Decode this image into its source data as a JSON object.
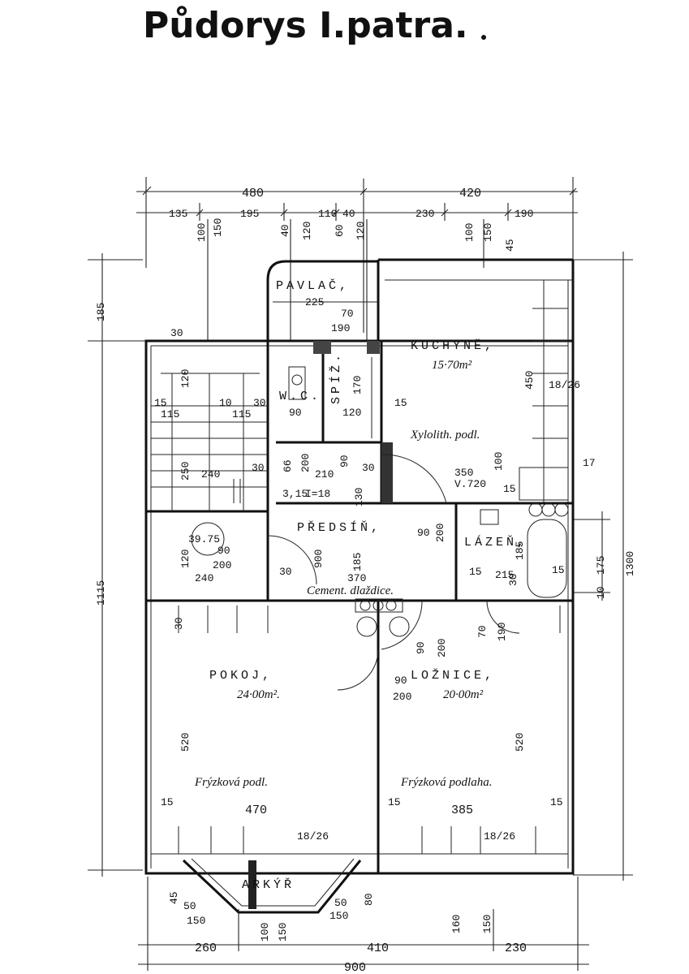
{
  "title": "Půdorys I.patra.",
  "rooms": {
    "pavlac": "PAVLAČ,",
    "kuchyne": "KUCHYNĚ,",
    "kuchyne_area": "15·70m²",
    "kuchyne_floor": "Xylolith. podl.",
    "wc": "W.C.",
    "spiz": "SPÍŽ.",
    "predsin": "PŘEDSÍŇ,",
    "predsin_floor": "Cement. dlaždice.",
    "lazen": "LÁZEŇ,",
    "pokoj": "POKOJ,",
    "pokoj_area": "24·00m².",
    "pokoj_floor": "Frýzková podl.",
    "loznice": "LOŽNICE,",
    "loznice_area": "20·00m²",
    "loznice_floor": "Frýzková podlaha.",
    "arkyr": "ARKÝŘ"
  },
  "top_dims": {
    "d480": "480",
    "d420": "420",
    "d135": "135",
    "d195": "195",
    "d110": "110",
    "d40": "40",
    "d230": "230",
    "d190": "190"
  },
  "bottom_dims": {
    "d260": "260",
    "d410": "410",
    "d230": "230",
    "d900": "900"
  },
  "side_dims": {
    "d185": "185",
    "d1115": "1115",
    "d1300": "1300",
    "d175": "175",
    "d10": "10"
  },
  "window_dims": {
    "w100a": "100",
    "w150a": "150",
    "w40": "40",
    "w120a": "120",
    "w60": "60",
    "w120b": "120",
    "w100b": "100",
    "w150b": "150",
    "w45": "45"
  },
  "interior_dims": {
    "i225": "225",
    "i70": "70",
    "i190": "190",
    "i30": "30",
    "i450": "450",
    "i120": "120",
    "i15a": "15",
    "i115a": "115",
    "i10": "10",
    "i115b": "115",
    "i30b": "30",
    "i90a": "90",
    "i120b": "120",
    "i170": "170",
    "i15b": "15",
    "i250": "250",
    "i240a": "240",
    "i30c": "30",
    "i66": "66",
    "i200a": "200",
    "i210": "210",
    "i90b": "90",
    "i30d": "30",
    "i350": "350",
    "i720": "V.720",
    "i100": "100",
    "i15c": "15",
    "i17": "17",
    "i315": "3,15",
    "i18": "I=18",
    "i130": "130",
    "i90c": "90",
    "i200b": "200",
    "i3975": "39.75",
    "i120c": "120",
    "i90d": "90",
    "i200c": "200",
    "i240b": "240",
    "i30e": "30",
    "i900": "900",
    "i185a": "185",
    "i370": "370",
    "i15d": "15",
    "i215": "215",
    "i185b": "185",
    "i30f": "30",
    "i15e": "15",
    "i30g": "30",
    "i90e": "90",
    "i200d": "200",
    "i70b": "70",
    "i190b": "190",
    "i90f": "90",
    "i200e": "200",
    "i520a": "520",
    "i520b": "520",
    "i15f": "15",
    "i470": "470",
    "i15g": "15",
    "i385": "385",
    "i15h": "15",
    "i1826a": "18/26",
    "i1826b": "18/26",
    "i1826c": "18/26",
    "i45": "45",
    "i50a": "50",
    "i150a": "150",
    "i100b": "100",
    "i150b": "150",
    "i50b": "50",
    "i150c": "150",
    "i80": "80",
    "i160": "160",
    "i150d": "150"
  }
}
